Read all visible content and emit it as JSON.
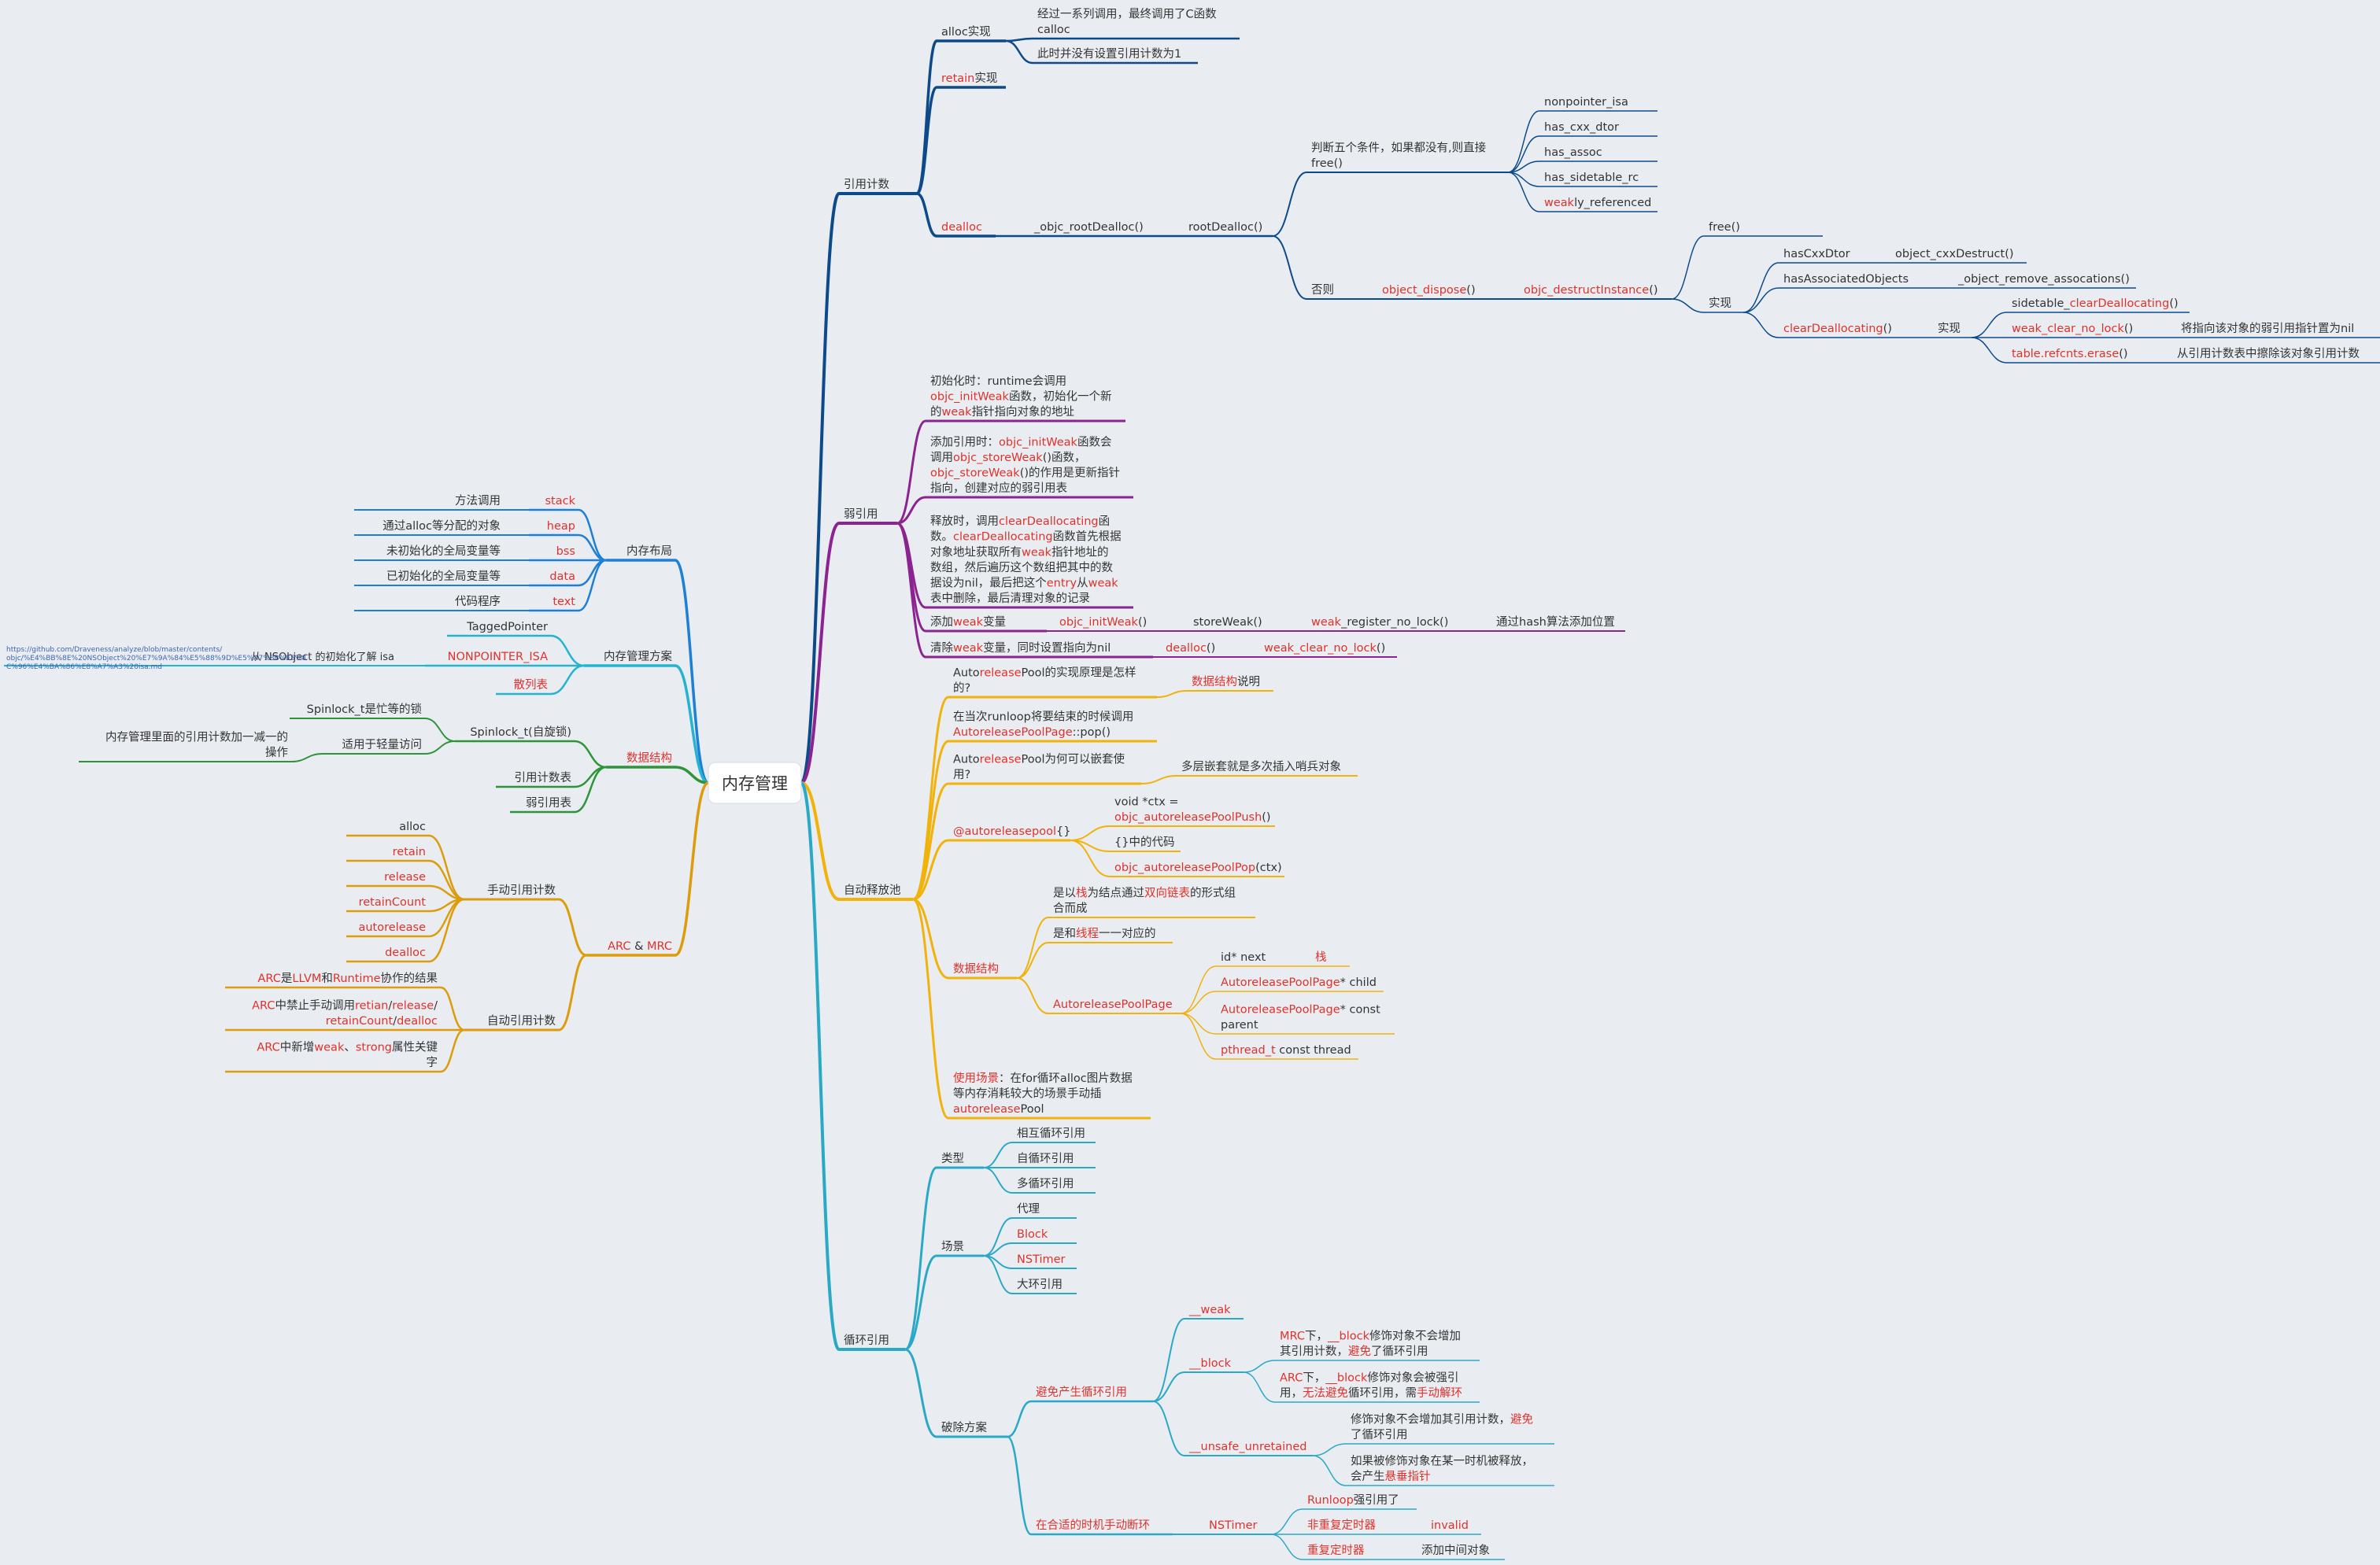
{
  "colors": {
    "background": "#e9edf1",
    "refcount": "#0d4a8a",
    "weak": "#8b2391",
    "autorelease": "#f1b20a",
    "cycle": "#2aa9c6",
    "layout": "#1e7fd6",
    "scheme": "#25b4cf",
    "datastruct": "#2e9438",
    "arc": "#dc9c0c",
    "text": "#333333",
    "highlight": "#e0312b",
    "link": "#3e63b5"
  },
  "root": {
    "label": "内存管理"
  },
  "branches": [
    {
      "label": "引用计数",
      "children": [
        {
          "label": "alloc实现",
          "children": [
            {
              "label": "经过一系列调用，最终调用了C函数calloc"
            },
            {
              "label": "此时并没有设置引用计数为1"
            }
          ]
        },
        {
          "label": "retain实现"
        },
        {
          "label": "dealloc",
          "children": [
            {
              "label": "_objc_rootDealloc()",
              "children": [
                {
                  "label": "rootDealloc()",
                  "children": [
                    {
                      "label": "判断五个条件，如果都没有,则直接free()",
                      "children": [
                        {
                          "label": "nonpointer_isa"
                        },
                        {
                          "label": "has_cxx_dtor"
                        },
                        {
                          "label": "has_assoc"
                        },
                        {
                          "label": "has_sidetable_rc"
                        },
                        {
                          "label": "weakly_referenced"
                        }
                      ]
                    },
                    {
                      "label": "否则",
                      "children": [
                        {
                          "label": "object_dispose()",
                          "children": [
                            {
                              "label": "objc_destructInstance()",
                              "children": [
                                {
                                  "label": "free()"
                                },
                                {
                                  "label": "实现",
                                  "children": [
                                    {
                                      "label": "hasCxxDtor",
                                      "children": [
                                        {
                                          "label": "object_cxxDestruct()"
                                        }
                                      ]
                                    },
                                    {
                                      "label": "hasAssociatedObjects",
                                      "children": [
                                        {
                                          "label": "_object_remove_assocations()"
                                        }
                                      ]
                                    },
                                    {
                                      "label": "clearDeallocating()",
                                      "children": [
                                        {
                                          "label": "实现",
                                          "children": [
                                            {
                                              "label": "sidetable_clearDeallocating()"
                                            },
                                            {
                                              "label": "weak_clear_no_lock()",
                                              "children": [
                                                {
                                                  "label": "将指向该对象的弱引用指针置为nil"
                                                }
                                              ]
                                            },
                                            {
                                              "label": "table.refcnts.erase()",
                                              "children": [
                                                {
                                                  "label": "从引用计数表中擦除该对象引用计数"
                                                }
                                              ]
                                            }
                                          ]
                                        }
                                      ]
                                    }
                                  ]
                                }
                              ]
                            }
                          ]
                        }
                      ]
                    }
                  ]
                }
              ]
            }
          ]
        }
      ]
    },
    {
      "label": "弱引用",
      "children": [
        {
          "label": "初始化时：runtime会调用objc_initWeak函数，初始化一个新的weak指针指向对象的地址"
        },
        {
          "label": "添加引用时：objc_initWeak函数会调用objc_storeWeak()函数，objc_storeWeak()的作用是更新指针指向，创建对应的弱引用表"
        },
        {
          "label": "释放时，调用clearDeallocating函数。clearDeallocating函数首先根据对象地址获取所有weak指针地址的数组，然后遍历这个数组把其中的数据设为nil，最后把这个entry从weak表中删除，最后清理对象的记录"
        },
        {
          "label": "添加weak变量",
          "children": [
            {
              "label": "objc_initWeak()",
              "children": [
                {
                  "label": "storeWeak()",
                  "children": [
                    {
                      "label": "weak_register_no_lock()",
                      "children": [
                        {
                          "label": "通过hash算法添加位置"
                        }
                      ]
                    }
                  ]
                }
              ]
            }
          ]
        },
        {
          "label": "清除weak变量，同时设置指向为nil",
          "children": [
            {
              "label": "dealloc()",
              "children": [
                {
                  "label": "weak_clear_no_lock()"
                }
              ]
            }
          ]
        }
      ]
    },
    {
      "label": "自动释放池",
      "children": [
        {
          "label": "AutoreleasePool的实现原理是怎样的?",
          "children": [
            {
              "label": "数据结构说明"
            }
          ]
        },
        {
          "label": "在当次runloop将要结束的时候调用AutoreleasePoolPage::pop()"
        },
        {
          "label": "AutoreleasePool为何可以嵌套使用?",
          "children": [
            {
              "label": "多层嵌套就是多次插入哨兵对象"
            }
          ]
        },
        {
          "label": "@autoreleasepool{}",
          "children": [
            {
              "label": "void *ctx = objc_autoreleasePoolPush()"
            },
            {
              "label": "{}中的代码"
            },
            {
              "label": "objc_autoreleasePoolPop(ctx)"
            }
          ]
        },
        {
          "label": "数据结构",
          "children": [
            {
              "label": "是以栈为结点通过双向链表的形式组合而成"
            },
            {
              "label": "是和线程一一对应的"
            },
            {
              "label": "AutoreleasePoolPage",
              "children": [
                {
                  "label": "id* next",
                  "children": [
                    {
                      "label": "栈"
                    }
                  ]
                },
                {
                  "label": "AutoreleasePoolPage* child"
                },
                {
                  "label": "AutoreleasePoolPage* const parent"
                },
                {
                  "label": "pthread_t const thread"
                }
              ]
            }
          ]
        },
        {
          "label": "使用场景：在for循环alloc图片数据等内存消耗较大的场景手动插autoreleasePool"
        }
      ]
    },
    {
      "label": "循环引用",
      "children": [
        {
          "label": "类型",
          "children": [
            {
              "label": "相互循环引用"
            },
            {
              "label": "自循环引用"
            },
            {
              "label": "多循环引用"
            }
          ]
        },
        {
          "label": "场景",
          "children": [
            {
              "label": "代理"
            },
            {
              "label": "Block"
            },
            {
              "label": "NSTimer"
            },
            {
              "label": "大环引用"
            }
          ]
        },
        {
          "label": "破除方案",
          "children": [
            {
              "label": "避免产生循环引用",
              "children": [
                {
                  "label": "__weak"
                },
                {
                  "label": "__block",
                  "children": [
                    {
                      "label": "MRC下，__block修饰对象不会增加其引用计数，避免了循环引用"
                    },
                    {
                      "label": "ARC下，__block修饰对象会被强引用，无法避免循环引用，需手动解环"
                    }
                  ]
                },
                {
                  "label": "__unsafe_unretained",
                  "children": [
                    {
                      "label": "修饰对象不会增加其引用计数，避免了循环引用"
                    },
                    {
                      "label": "如果被修饰对象在某一时机被释放，会产生悬垂指针"
                    }
                  ]
                }
              ]
            },
            {
              "label": "在合适的时机手动断环",
              "children": [
                {
                  "label": "NSTimer",
                  "children": [
                    {
                      "label": "Runloop强引用了"
                    },
                    {
                      "label": "非重复定时器",
                      "children": [
                        {
                          "label": "invalid"
                        }
                      ]
                    },
                    {
                      "label": "重复定时器",
                      "children": [
                        {
                          "label": "添加中间对象"
                        }
                      ]
                    }
                  ]
                }
              ]
            }
          ]
        }
      ]
    },
    {
      "label": "内存布局",
      "children": [
        {
          "label": "方法调用",
          "tag": "stack"
        },
        {
          "label": "通过alloc等分配的对象",
          "tag": "heap"
        },
        {
          "label": "未初始化的全局变量等",
          "tag": "bss"
        },
        {
          "label": "已初始化的全局变量等",
          "tag": "data"
        },
        {
          "label": "代码程序",
          "tag": "text"
        }
      ]
    },
    {
      "label": "内存管理方案",
      "children": [
        {
          "label": "TaggedPointer"
        },
        {
          "label": "NONPOINTER_ISA",
          "note": "从 NSObject 的初始化了解 isa",
          "url": "https://github.com/Draveness/analyze/blob/master/contents/objc/%E4%BB%8E%20NSObject%20%E7%9A%84%E5%88%9D%E5%A7%8B%E5%8C%96%E4%BA%86%E8%A7%A3%20isa.md"
        },
        {
          "label": "散列表"
        }
      ]
    },
    {
      "label": "数据结构",
      "children": [
        {
          "label": "Spinlock_t(自旋锁)",
          "children": [
            {
              "label": "Spinlock_t是忙等的锁"
            },
            {
              "label": "适用于轻量访问",
              "children": [
                {
                  "label": "内存管理里面的引用计数加一减一的操作"
                }
              ]
            }
          ]
        },
        {
          "label": "引用计数表"
        },
        {
          "label": "弱引用表"
        }
      ]
    },
    {
      "label": "ARC & MRC",
      "children": [
        {
          "label": "手动引用计数",
          "children": [
            {
              "label": "alloc"
            },
            {
              "label": "retain"
            },
            {
              "label": "release"
            },
            {
              "label": "retainCount"
            },
            {
              "label": "autorelease"
            },
            {
              "label": "dealloc"
            }
          ]
        },
        {
          "label": "自动引用计数",
          "children": [
            {
              "label": "ARC是LLVM和Runtime协作的结果"
            },
            {
              "label": "ARC中禁止手动调用retian/release/retainCount/dealloc"
            },
            {
              "label": "ARC中新增weak、strong属性关键字"
            }
          ]
        }
      ]
    }
  ]
}
